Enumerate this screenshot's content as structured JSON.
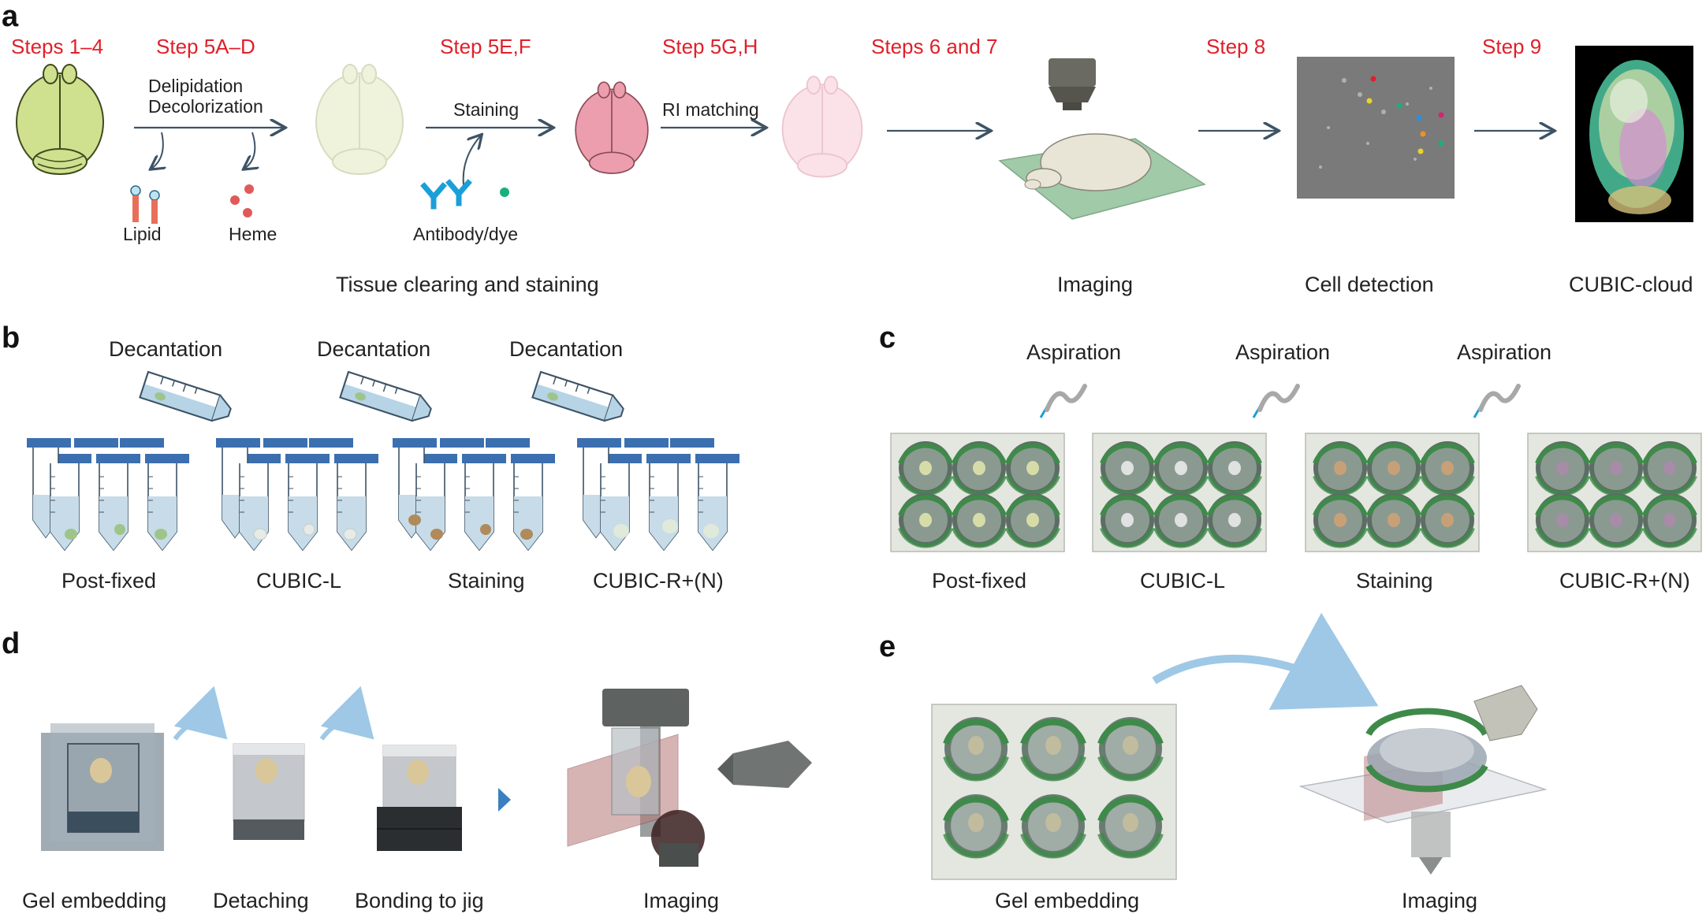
{
  "panels": {
    "a": "a",
    "b": "b",
    "c": "c",
    "d": "d",
    "e": "e"
  },
  "panel_a": {
    "steps": [
      "Steps 1–4",
      "Step 5A–D",
      "Step 5E,F",
      "Step 5G,H",
      "Steps 6 and 7",
      "Step 8",
      "Step 9"
    ],
    "delipidation": "Delipidation",
    "decolorization": "Decolorization",
    "staining": "Staining",
    "ri_matching": "RI matching",
    "lipid": "Lipid",
    "heme": "Heme",
    "antibody": "Antibody/dye",
    "group_tissue": "Tissue clearing and staining",
    "group_imaging": "Imaging",
    "group_cell": "Cell detection",
    "group_cubic": "CUBIC-cloud"
  },
  "panel_b": {
    "decantation": [
      "Decantation",
      "Decantation",
      "Decantation"
    ],
    "conditions": [
      "Post-fixed",
      "CUBIC-L",
      "Staining",
      "CUBIC-R+(N)"
    ]
  },
  "panel_c": {
    "aspiration": [
      "Aspiration",
      "Aspiration",
      "Aspiration"
    ],
    "conditions": [
      "Post-fixed",
      "CUBIC-L",
      "Staining",
      "CUBIC-R+(N)"
    ]
  },
  "panel_d": {
    "labels": [
      "Gel embedding",
      "Detaching",
      "Bonding to jig",
      "Imaging"
    ]
  },
  "panel_e": {
    "labels": [
      "Gel embedding",
      "Imaging"
    ]
  },
  "colors": {
    "step_red": "#e0202a",
    "arrow": "#3d5366",
    "brain_green": "#cfe08f",
    "brain_pink": "#ec9eae",
    "cap_blue": "#3b6fb0",
    "antibody_blue": "#1a9fd9",
    "curve_blue": "#9ec8e6"
  }
}
